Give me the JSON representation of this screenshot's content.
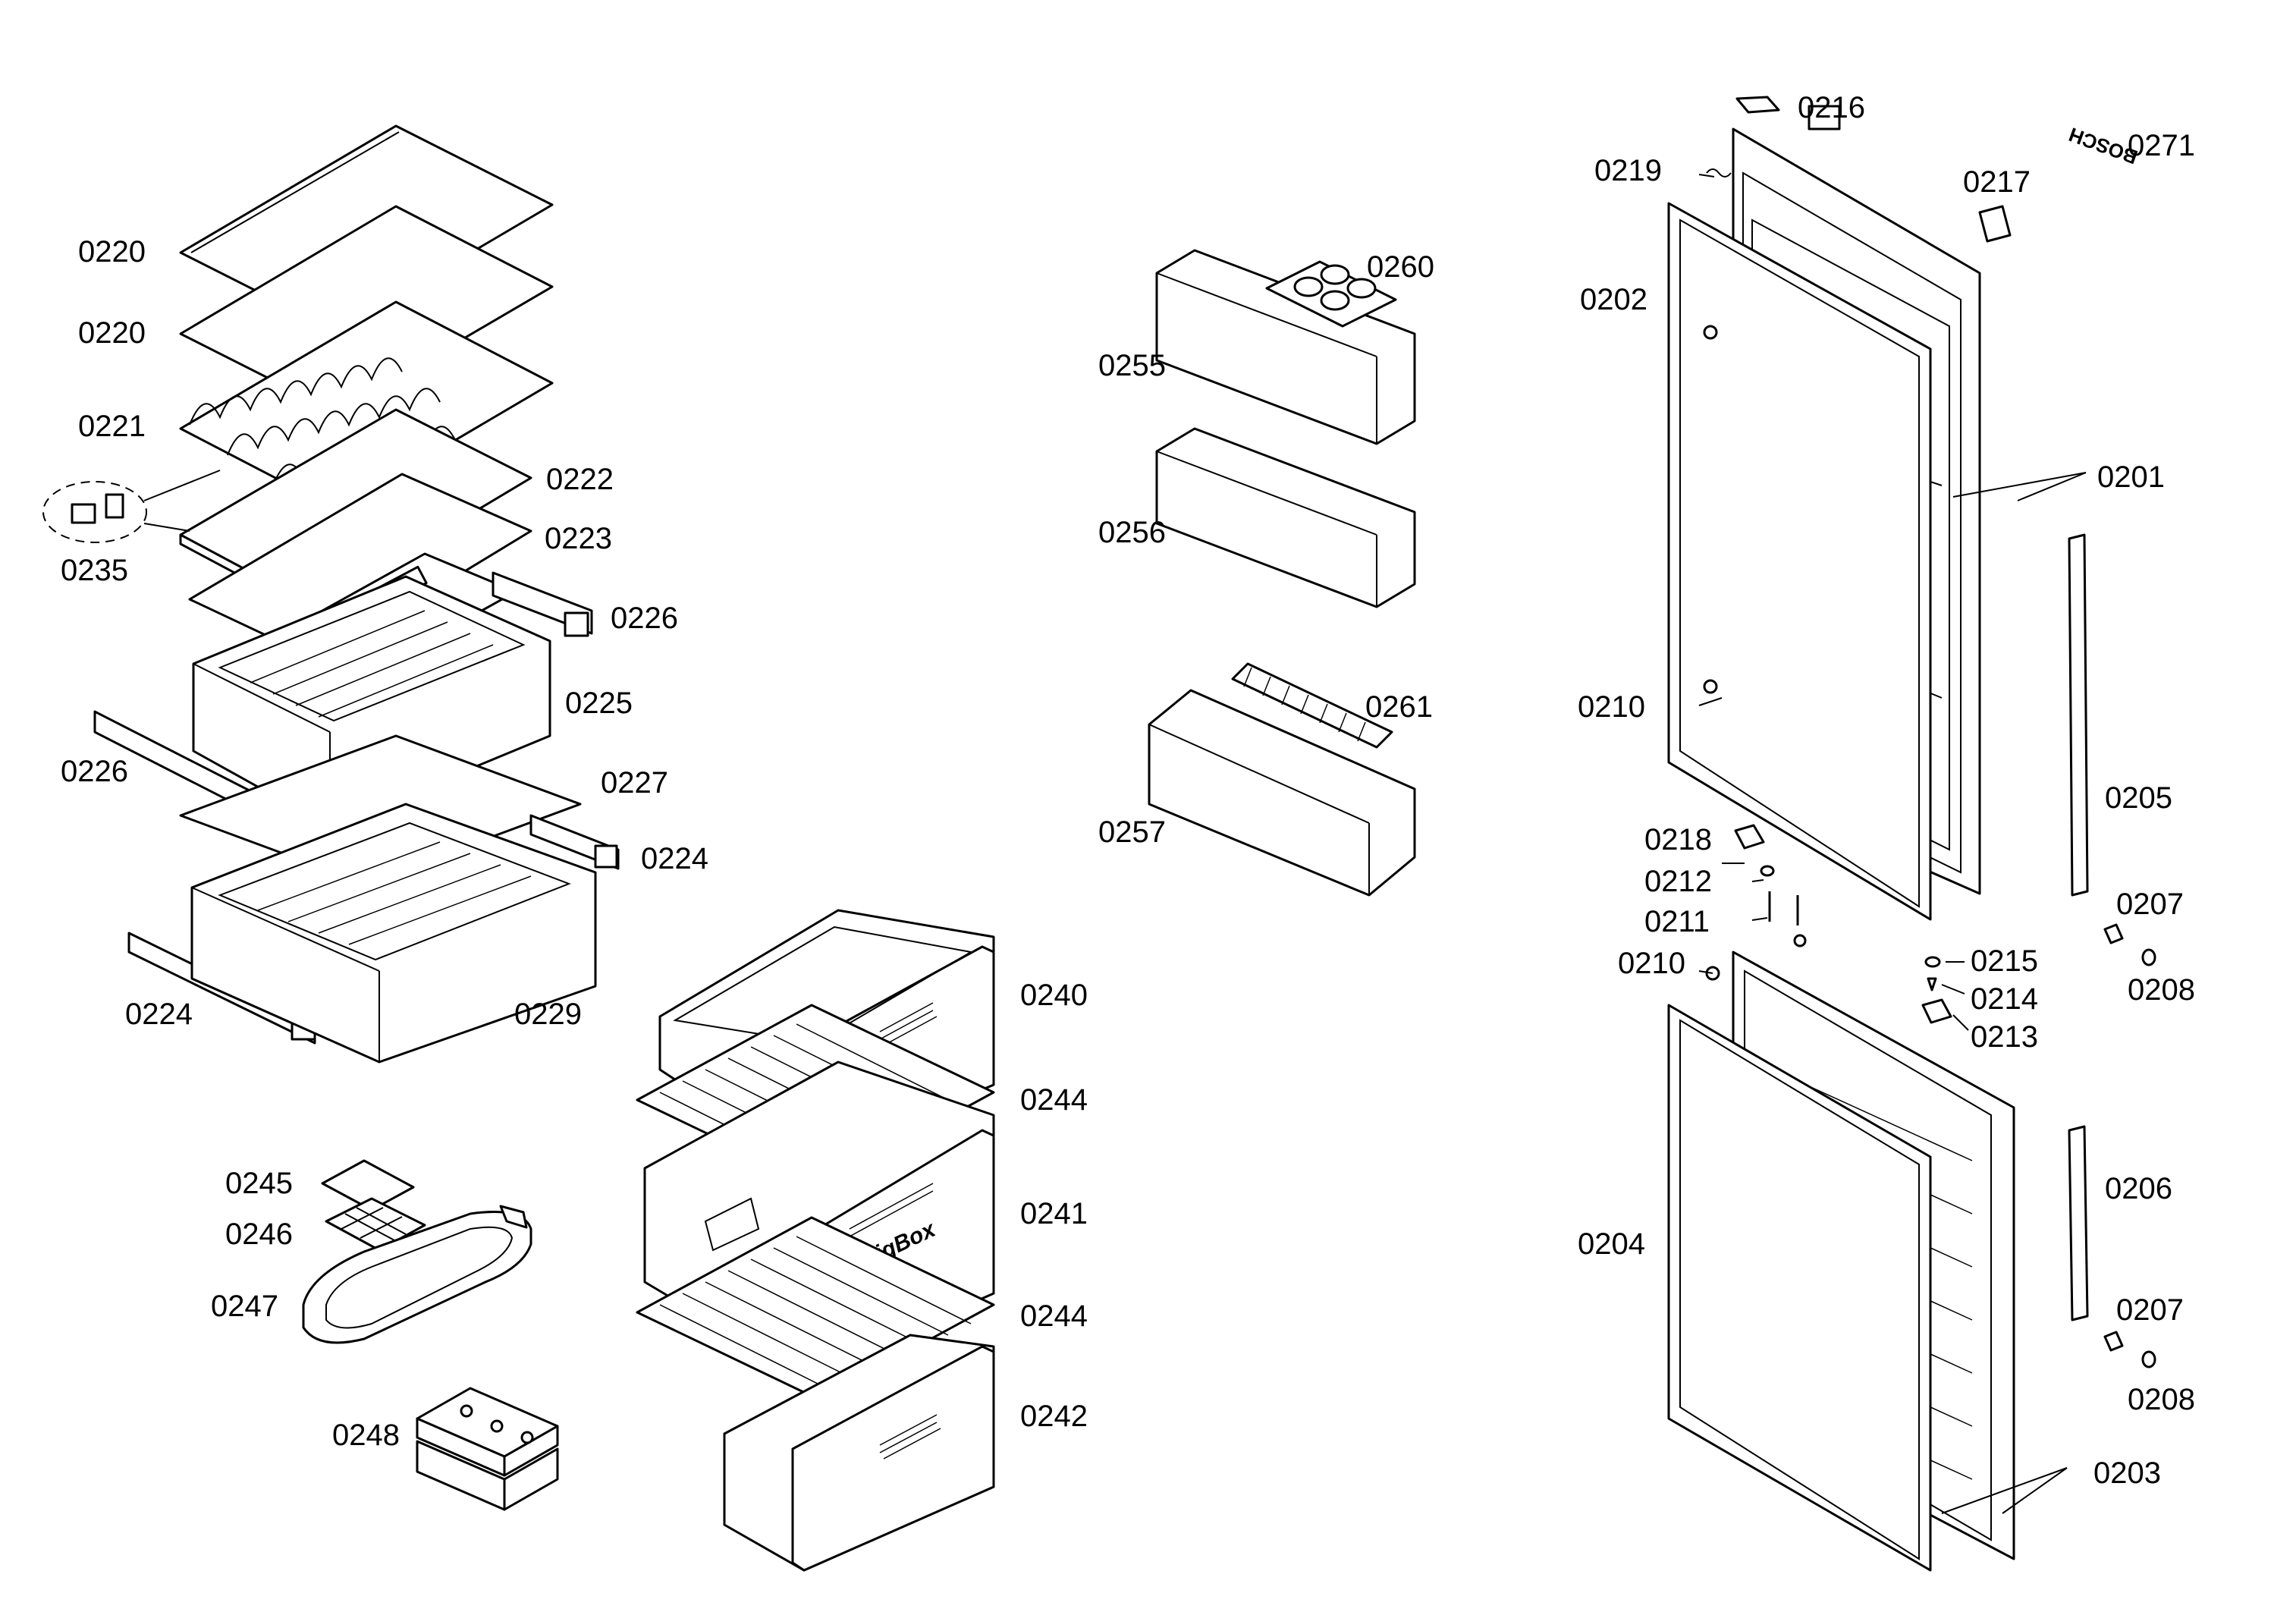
{
  "brand_text": "BigBox",
  "logo_text": "BOSCH",
  "parts": {
    "p0201": "0201",
    "p0202": "0202",
    "p0203": "0203",
    "p0204": "0204",
    "p0205": "0205",
    "p0206": "0206",
    "p0207a": "0207",
    "p0207b": "0207",
    "p0208a": "0208",
    "p0208b": "0208",
    "p0210a": "0210",
    "p0210b": "0210",
    "p0211": "0211",
    "p0212": "0212",
    "p0213": "0213",
    "p0214": "0214",
    "p0215": "0215",
    "p0216": "0216",
    "p0217": "0217",
    "p0218": "0218",
    "p0219": "0219",
    "p0220a": "0220",
    "p0220b": "0220",
    "p0221": "0221",
    "p0222": "0222",
    "p0223": "0223",
    "p0224a": "0224",
    "p0224b": "0224",
    "p0225": "0225",
    "p0226a": "0226",
    "p0226b": "0226",
    "p0227": "0227",
    "p0229": "0229",
    "p0235": "0235",
    "p0240": "0240",
    "p0241": "0241",
    "p0242": "0242",
    "p0244a": "0244",
    "p0244b": "0244",
    "p0245": "0245",
    "p0246": "0246",
    "p0247": "0247",
    "p0248": "0248",
    "p0255": "0255",
    "p0256": "0256",
    "p0257": "0257",
    "p0260": "0260",
    "p0261": "0261",
    "p0271": "0271"
  }
}
